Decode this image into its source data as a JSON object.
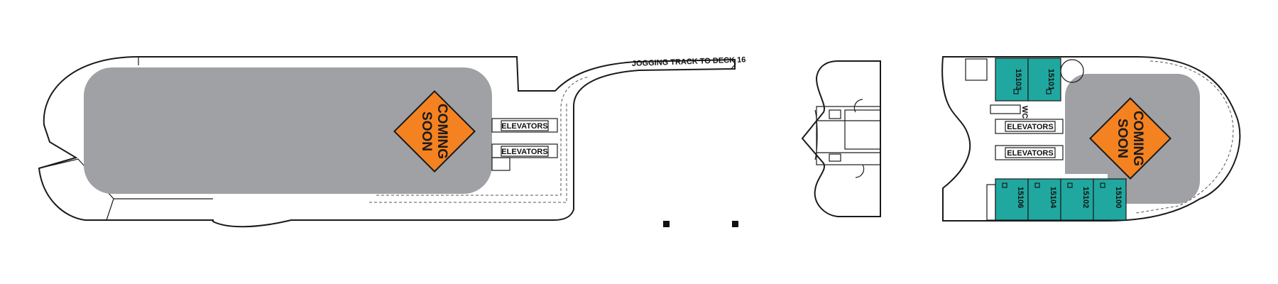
{
  "jogging_track_label": "JOGGING TRACK TO DECK 16",
  "coming_soon": {
    "line1": "COMING",
    "line2": "SOON"
  },
  "elevators_label": "ELEVATORS",
  "wc_label": "WC",
  "cabins": {
    "top": [
      "15103",
      "15101"
    ],
    "bottom": [
      "15106",
      "15104",
      "15102",
      "15100"
    ]
  },
  "colors": {
    "cabin": "#20a8a0",
    "coming_soon_sign": "#f58220",
    "unavailable_area": "#a0a1a4"
  }
}
